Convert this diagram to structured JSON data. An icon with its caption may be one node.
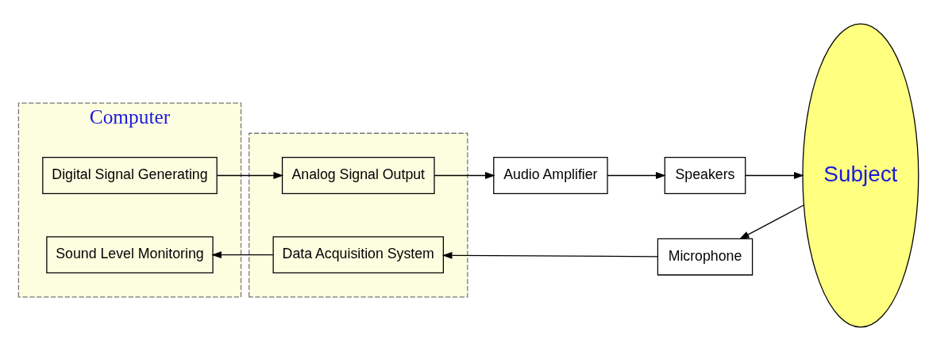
{
  "diagram": {
    "nodes": [
      {
        "text": [
          "Computer"
        ]
      },
      {
        "text": [
          "Digital Signal Generating"
        ],
        "in": 0
      },
      {
        "text": [
          "Sound Level Monitoring"
        ],
        "in": 0
      },
      {
        "text": [],
        "shape": "box"
      },
      {
        "text": [
          "Analog Signal Output"
        ],
        "in": 3
      },
      {
        "text": [
          "Data Acquisition System"
        ],
        "in": 3
      },
      {
        "text": [
          "Audio Amplifier"
        ]
      },
      {
        "text": [
          "Speakers"
        ]
      },
      {
        "text": [
          "Subject"
        ]
      },
      {
        "text": [
          "Microphone"
        ]
      }
    ],
    "edges": [
      {
        "from": 1,
        "to": 4,
        "arrow": "to"
      },
      {
        "from": 4,
        "to": 6,
        "arrow": "to"
      },
      {
        "from": 6,
        "to": 7,
        "arrow": "to"
      },
      {
        "from": 7,
        "to": 8,
        "arrow": "to"
      },
      {
        "from": 8,
        "to": 9,
        "arrow": "to"
      },
      {
        "from": 9,
        "to": 5,
        "arrow": "to"
      },
      {
        "from": 5,
        "to": 2,
        "arrow": "to"
      }
    ]
  }
}
